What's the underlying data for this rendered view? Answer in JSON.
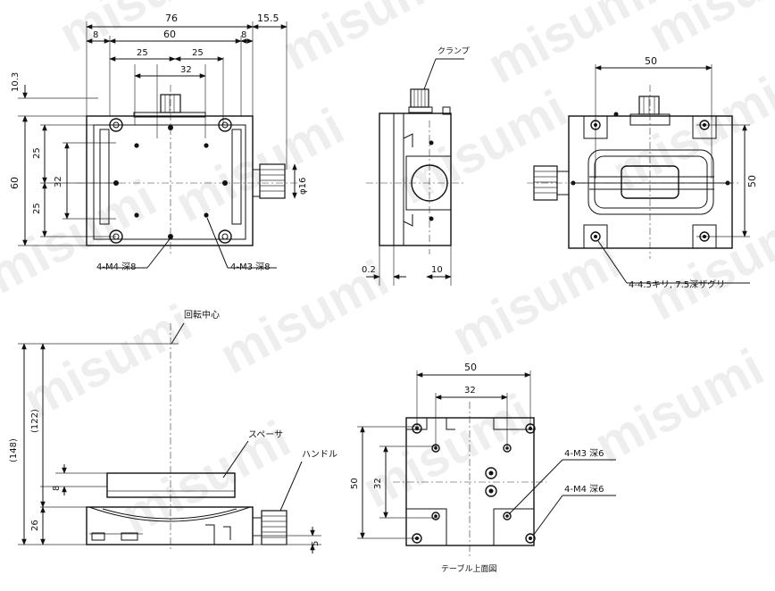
{
  "watermark": "misumi",
  "top_view": {
    "dims": {
      "overall_width": "76",
      "handle_offset": "15.5",
      "left_margin": "8",
      "right_margin": "8",
      "hole_span": "60",
      "half_left": "25",
      "half_right": "25",
      "inner_span": "32",
      "top_offset": "10.3",
      "height_total": "60",
      "upper_25": "25",
      "lower_25": "25",
      "inner_32": "32",
      "knob_dia": "φ16"
    },
    "callouts": {
      "m4": "4-M4 深8",
      "m3": "4-M3 深8"
    }
  },
  "side_view": {
    "clamp_label": "クランプ",
    "dim_left": "0.2",
    "dim_right": "10"
  },
  "bottom_view": {
    "dim_width": "50",
    "dim_height": "50",
    "callout": "4-4.5キリ, 7.5深ザグリ"
  },
  "front_view": {
    "rotation_center": "回転中心",
    "spacer": "スペーサ",
    "handle": "ハンドル",
    "dim_total": "(148)",
    "dim_upper": "(122)",
    "dim_8": "8",
    "dim_26": "26",
    "dim_5": "5"
  },
  "table_view": {
    "dim_width": "50",
    "dim_inner": "32",
    "dim_height": "50",
    "dim_inner_v": "32",
    "callout_m3": "4-M3 深6",
    "callout_m4": "4-M4 深6",
    "caption": "テーブル上面図"
  }
}
